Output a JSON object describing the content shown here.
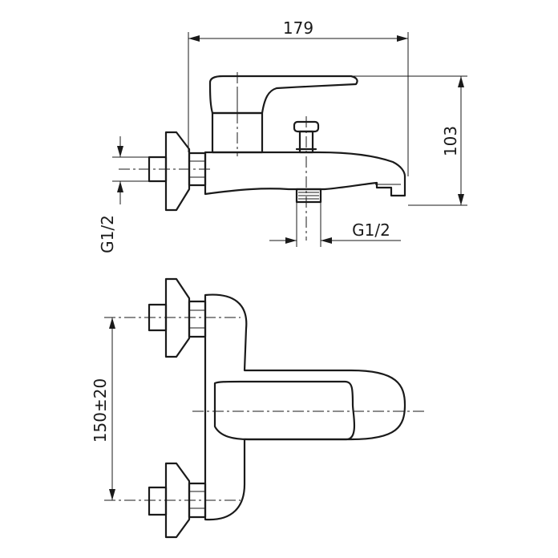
{
  "dimensions": {
    "total_length": "179",
    "height": "103",
    "inlet_thread": "G1/2",
    "outlet_thread": "G1/2",
    "inlet_spacing": "150±20"
  }
}
